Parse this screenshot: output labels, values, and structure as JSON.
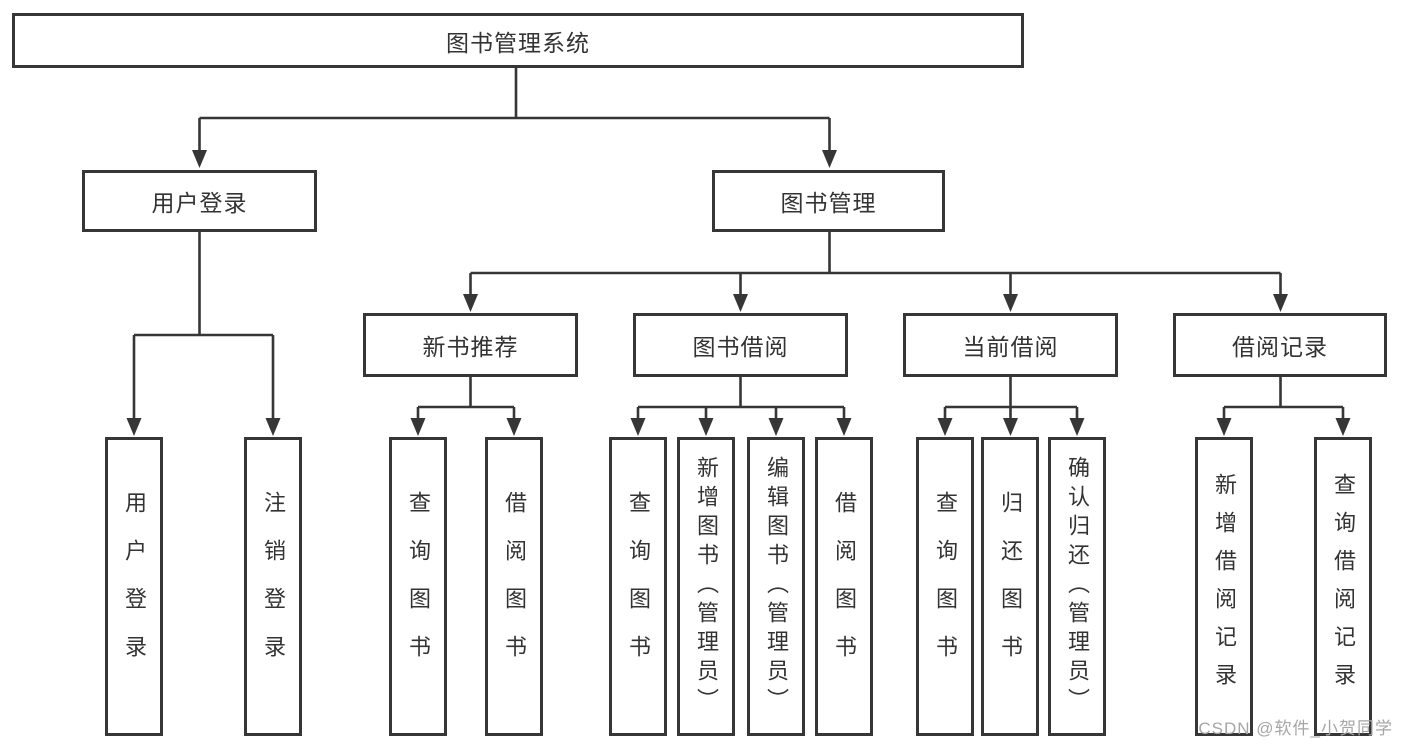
{
  "diagram": {
    "type": "tree",
    "title": "图书管理系统",
    "watermark": "CSDN @软件_小贺同学",
    "colors": {
      "line": "#363636",
      "box_border": "#363636",
      "text": "#333333",
      "watermark": "#a6a6a6",
      "background": "#ffffff"
    }
  },
  "nodes": {
    "root": {
      "label": "图书管理系统"
    },
    "user_login": {
      "label": "用户登录"
    },
    "book_mgmt": {
      "label": "图书管理"
    },
    "new_book_rec": {
      "label": "新书推荐"
    },
    "book_borrow": {
      "label": "图书借阅"
    },
    "current_borrow": {
      "label": "当前借阅"
    },
    "borrow_record": {
      "label": "借阅记录"
    },
    "leaf_user_login": {
      "label": "用户登录"
    },
    "leaf_logout": {
      "label": "注销登录"
    },
    "leaf_nb_query": {
      "label": "查询图书"
    },
    "leaf_nb_borrow": {
      "label": "借阅图书"
    },
    "leaf_bb_query": {
      "label": "查询图书"
    },
    "leaf_bb_add": {
      "label": "新增图书（管理员）"
    },
    "leaf_bb_edit": {
      "label": "编辑图书（管理员）"
    },
    "leaf_bb_borrow": {
      "label": "借阅图书"
    },
    "leaf_cb_query": {
      "label": "查询图书"
    },
    "leaf_cb_return": {
      "label": "归还图书"
    },
    "leaf_cb_confirm": {
      "label": "确认归还（管理员）"
    },
    "leaf_br_add": {
      "label": "新增借阅记录"
    },
    "leaf_br_query": {
      "label": "查询借阅记录"
    }
  },
  "tree": {
    "图书管理系统": {
      "用户登录": [
        "用户登录",
        "注销登录"
      ],
      "图书管理": {
        "新书推荐": [
          "查询图书",
          "借阅图书"
        ],
        "图书借阅": [
          "查询图书",
          "新增图书（管理员）",
          "编辑图书（管理员）",
          "借阅图书"
        ],
        "当前借阅": [
          "查询图书",
          "归还图书",
          "确认归还（管理员）"
        ],
        "借阅记录": [
          "新增借阅记录",
          "查询借阅记录"
        ]
      }
    }
  }
}
